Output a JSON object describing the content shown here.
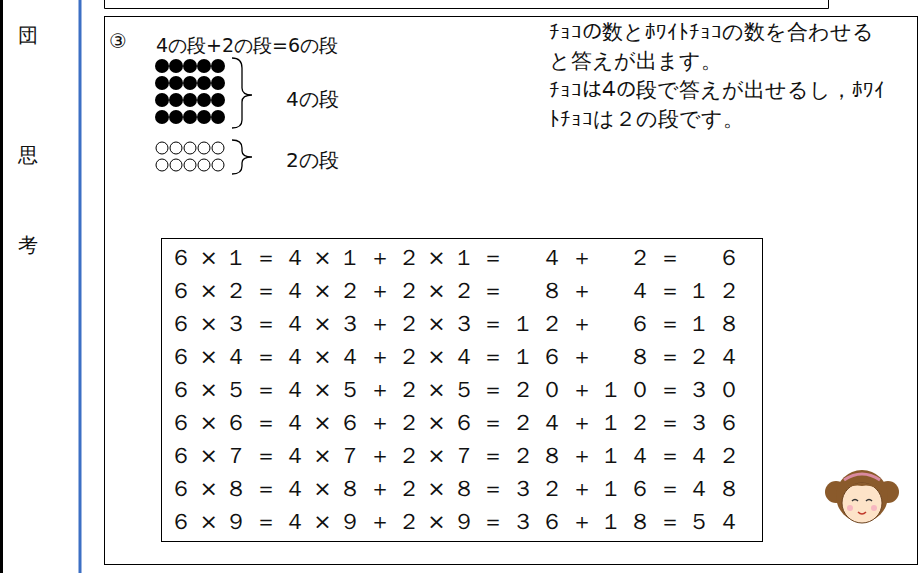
{
  "diagram": {
    "nodes": [
      {
        "text": [
          "③",
          "4の段+2の段=6の段",
          "4の段",
          "2の段",
          "ﾁｮｺの数とﾎﾜｲﾄﾁｮｺの数を合わせると答えが出ます。",
          "ﾁｮｺは４の段で答えが出せるし，ﾎﾜｲﾄﾁｮｺは２の段です。"
        ]
      },
      {
        "text": [
          "６×１＝４×１＋２×１＝　４＋　２＝　６",
          "６×２＝４×２＋２×２＝　８＋　４＝１２",
          "６×３＝４×３＋２×３＝１２＋　６＝１８",
          "６×４＝４×４＋２×４＝１６＋　８＝２４",
          "６×５＝４×５＋２×５＝２０＋１０＝３０",
          "６×６＝４×６＋２×６＝２４＋１２＝３６",
          "６×７＝４×７＋２×７＝２８＋１４＝４２",
          "６×８＝４×８＋２×８＝３２＋１６＝４８",
          "６×９＝４×９＋２×９＝３６＋１８＝５４"
        ],
        "in": 0
      }
    ],
    "labels": [
      "団",
      "思",
      "考"
    ]
  }
}
